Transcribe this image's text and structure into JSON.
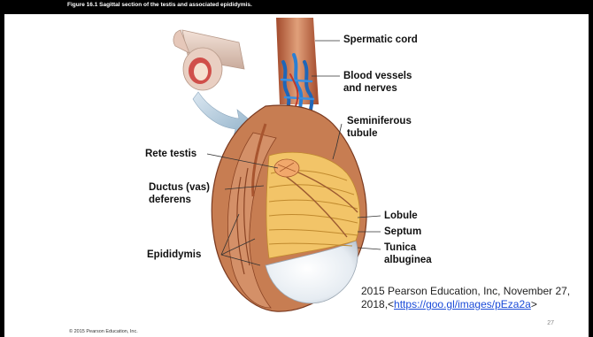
{
  "figure": {
    "caption": "Figure 16.1 Sagittal section of the testis and associated epididymis."
  },
  "labels": {
    "spermatic_cord": "Spermatic cord",
    "blood_vessels_line1": "Blood vessels",
    "blood_vessels_line2": "and nerves",
    "seminiferous_line1": "Seminiferous",
    "seminiferous_line2": "tubule",
    "rete_testis": "Rete testis",
    "ductus_line1": "Ductus (vas)",
    "ductus_line2": "deferens",
    "lobule": "Lobule",
    "septum": "Septum",
    "tunica_line1": "Tunica",
    "tunica_line2": "albuginea",
    "epididymis": "Epididymis"
  },
  "citation": {
    "text": "2015 Pearson Education, Inc, November 27, 2018,<",
    "link_text": "https://goo.gl/images/pEza2a",
    "suffix": ">"
  },
  "footer": {
    "page_number": "27",
    "copyright": "© 2015 Pearson Education, Inc."
  },
  "colors": {
    "frame": "#000000",
    "tissue": "#cf8a5c",
    "tubule": "#f2c468",
    "vessel_blue": "#2b7fd4",
    "tunica": "#e8eef4",
    "link": "#1a4bd8"
  }
}
